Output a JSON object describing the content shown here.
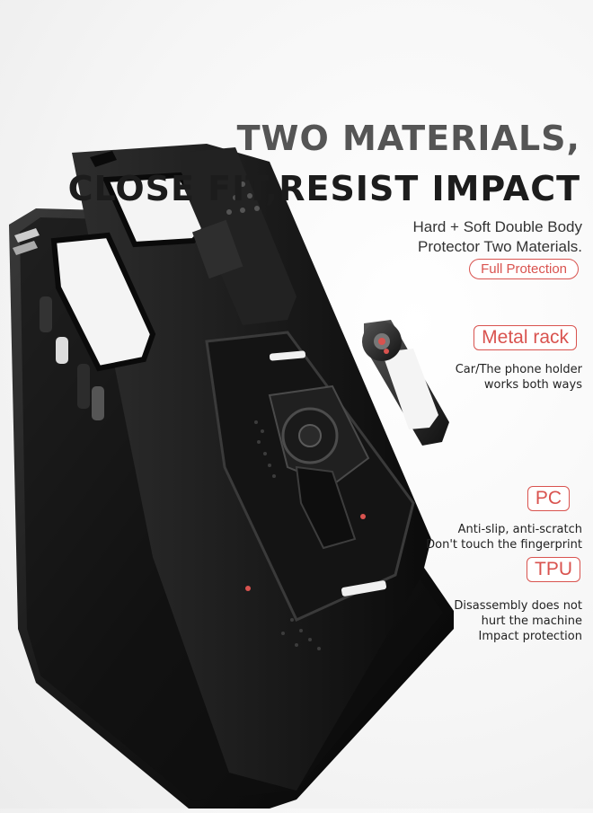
{
  "headline": {
    "line1": "TWO MATERIALS,",
    "line2": "CLOSE FIT,RESIST IMPACT"
  },
  "intro": {
    "line1": "Hard + Soft Double Body",
    "line2": "Protector Two Materials.",
    "badge": "Full Protection"
  },
  "features": [
    {
      "label": "Metal rack",
      "desc": [
        "Car/The phone holder",
        "works both ways"
      ]
    },
    {
      "label": "PC",
      "desc": [
        "Anti-slip, anti-scratch",
        "Don't touch the fingerprint"
      ]
    },
    {
      "label": "TPU",
      "desc": [
        "Disassembly does not",
        "hurt the machine",
        "Impact protection"
      ]
    }
  ],
  "colors": {
    "accent": "#d9534f",
    "case_body": "#1a1a1a",
    "headline_gray": "#555555",
    "headline_dark": "#1c1c1c"
  }
}
